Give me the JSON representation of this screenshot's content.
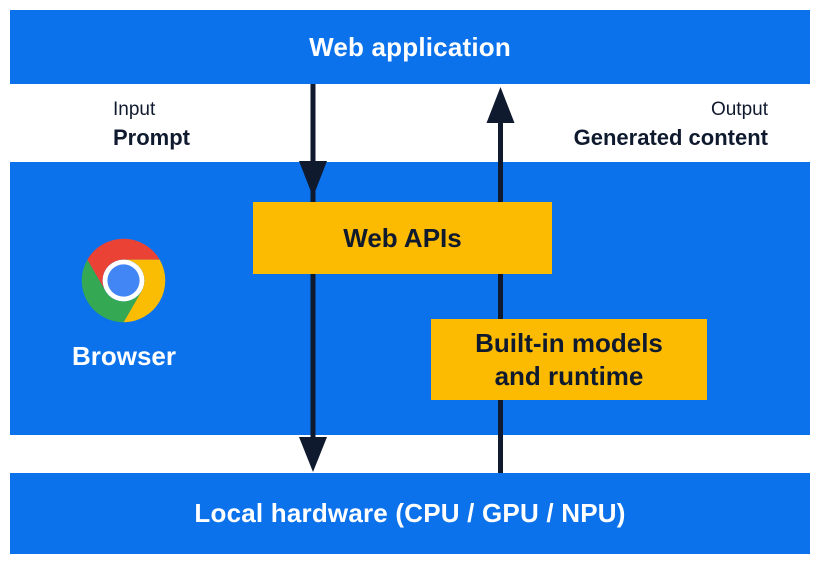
{
  "colors": {
    "band_blue": "#0B72EC",
    "box_yellow": "#FCBB00",
    "ink_navy": "#101A2E",
    "text_white": "#FFFFFF",
    "chrome_red": "#EA4335",
    "chrome_yellow": "#FBBC04",
    "chrome_green": "#34A853",
    "chrome_blue": "#4285F4"
  },
  "bands": {
    "web_application": {
      "label": "Web application"
    },
    "browser": {
      "label": "Browser"
    },
    "local_hardware": {
      "label": "Local hardware (CPU / GPU / NPU)"
    }
  },
  "captions": {
    "input": {
      "kind": "Input",
      "label": "Prompt"
    },
    "output": {
      "kind": "Output",
      "label": "Generated content"
    }
  },
  "boxes": {
    "web_apis": {
      "label": "Web APIs"
    },
    "built_in": {
      "lines": [
        "Built-in models",
        "and runtime"
      ]
    }
  },
  "arrows": {
    "prompt_flow": {
      "direction": "down"
    },
    "generated_content_flow": {
      "direction": "up"
    }
  },
  "icons": {
    "chrome_logo": "chrome-logo"
  }
}
